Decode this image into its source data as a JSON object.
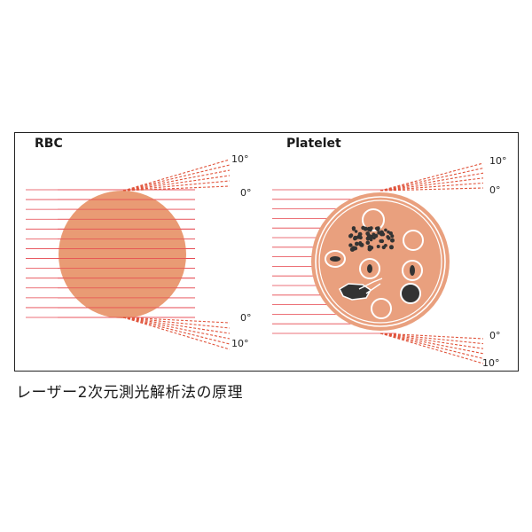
{
  "panels": {
    "rbc": {
      "label": "RBC",
      "angle_top": "10°",
      "angle_zero": "0°"
    },
    "platelet": {
      "label": "Platelet",
      "angle_top": "10°",
      "angle_zero": "0°"
    }
  },
  "caption": "レーザー2次元測光解析法の原理",
  "colors": {
    "beam": "#e5434c",
    "dash": "#e0533a",
    "cell_fill": "#e99b74",
    "platelet_fill": "#e9a07e",
    "granule_dark": "#333333",
    "frame": "#222222"
  }
}
